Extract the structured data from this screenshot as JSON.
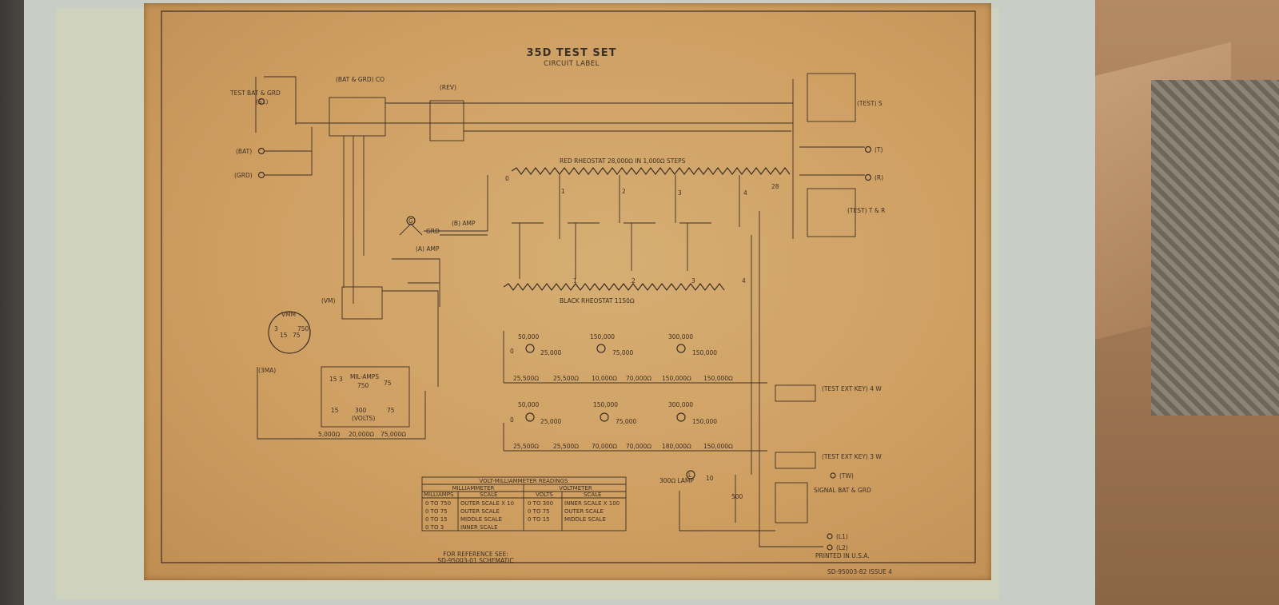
{
  "diagram": {
    "title": "35D TEST SET",
    "subtitle": "CIRCUIT LABEL",
    "left_terminals": [
      {
        "label": "TEST BAT & GRD",
        "sw": "(S1)"
      },
      {
        "label": "(BAT)"
      },
      {
        "label": "(GRD)"
      }
    ],
    "top_labels": {
      "bat_grd_co": "(BAT & GRD) CO",
      "rev": "(REV)",
      "test_s": "(TEST) S",
      "t": "(T)",
      "r": "(R)",
      "test_t_r": "(TEST) T & R"
    },
    "red_rheostat": {
      "label": "RED RHEOSTAT  28,000Ω IN 1,000Ω STEPS",
      "ends": [
        "0",
        "28"
      ],
      "taps": [
        "1",
        "2",
        "3",
        "4"
      ]
    },
    "black_rheostat": {
      "label": "BLACK RHEOSTAT 1150Ω",
      "taps": [
        "1",
        "2",
        "3",
        "4"
      ]
    },
    "switches": {
      "g": "G",
      "grd": "GRD",
      "b_amp": "(B) AMP",
      "a_amp": "(A) AMP",
      "vm": "(VM)",
      "vmm": "VMM",
      "ma3": "(3MA)",
      "mil_amps": "MIL-AMPS",
      "volts": "(VOLTS)"
    },
    "meter_ranges": [
      "15",
      "3",
      "750",
      "75",
      "15",
      "300",
      "75"
    ],
    "vmm_dial": [
      "3",
      "15",
      "75",
      "750"
    ],
    "switch4": {
      "n": "4",
      "values": [
        "50,000",
        "0",
        "25,000",
        "150,000",
        "75,000",
        "300,000",
        "150,000"
      ],
      "resistors": [
        "25,500Ω",
        "25,500Ω",
        "10,000Ω",
        "70,000Ω",
        "150,000Ω",
        "150,000Ω"
      ]
    },
    "switch3": {
      "n": "3",
      "values": [
        "50,000",
        "0",
        "25,000",
        "150,000",
        "75,000",
        "300,000",
        "150,000"
      ],
      "resistors": [
        "25,500Ω",
        "25,500Ω",
        "70,000Ω",
        "70,000Ω",
        "180,000Ω",
        "150,000Ω"
      ]
    },
    "mil_resistors": [
      "5,000Ω",
      "20,000Ω",
      "75,000Ω"
    ],
    "right_lower": {
      "test_ext_key_4w": "(TEST EXT KEY) 4 W",
      "test_ext_key_3w": "(TEST EXT KEY) 3 W",
      "tw": "(TW)",
      "lamp": "300Ω LAMP",
      "l": "L",
      "r10": "10",
      "r500": "500",
      "signal": "SIGNAL BAT & GRD",
      "l1": "(L1)",
      "l2": "(L2)"
    },
    "table": {
      "title": "VOLT-MILLIAMMETER READINGS",
      "groups": [
        "MILLIAMMETER",
        "VOLTMETER"
      ],
      "columns": [
        "MILLIAMPS",
        "SCALE",
        "VOLTS",
        "SCALE"
      ],
      "rows": [
        [
          "0 TO 750",
          "OUTER SCALE X 10",
          "0 TO 300",
          "INNER SCALE X 100"
        ],
        [
          "0 TO 75",
          "OUTER SCALE",
          "0 TO 75",
          "OUTER SCALE"
        ],
        [
          "0 TO 15",
          "MIDDLE SCALE",
          "0 TO 15",
          "MIDDLE SCALE"
        ],
        [
          "0 TO 3",
          "INNER SCALE",
          "",
          ""
        ]
      ]
    },
    "footer": {
      "reference": "FOR REFERENCE SEE:",
      "schematic": "SD-95003-01 SCHEMATIC",
      "printed": "PRINTED IN U.S.A.",
      "code": "SD-95003-82 ISSUE 4"
    }
  },
  "colors": {
    "paper": "#d2a66a",
    "ink": "#3d3026",
    "frame": "#c8cdc6"
  }
}
